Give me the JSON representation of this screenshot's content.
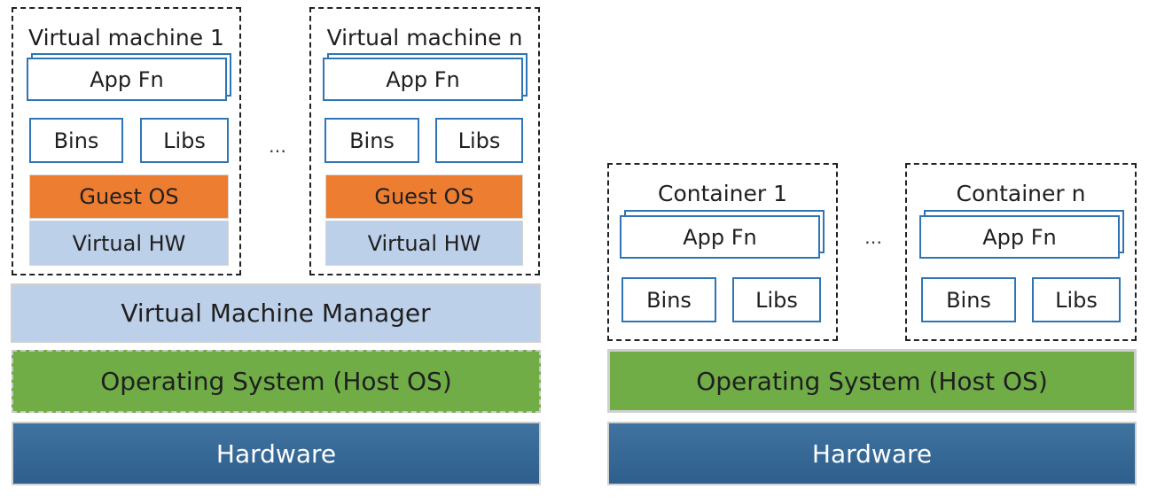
{
  "vm_stack": {
    "vm1": {
      "title": "Virtual machine 1",
      "app": "App Fn",
      "bins": "Bins",
      "libs": "Libs",
      "guest_os": "Guest OS",
      "virtual_hw": "Virtual HW"
    },
    "vmn": {
      "title": "Virtual machine n",
      "app": "App Fn",
      "bins": "Bins",
      "libs": "Libs",
      "guest_os": "Guest OS",
      "virtual_hw": "Virtual HW"
    },
    "ellipsis": "…",
    "manager": "Virtual Machine Manager",
    "host_os": "Operating System (Host OS)",
    "hardware": "Hardware"
  },
  "container_stack": {
    "c1": {
      "title": "Container 1",
      "app": "App Fn",
      "bins": "Bins",
      "libs": "Libs"
    },
    "cn": {
      "title": "Container n",
      "app": "App Fn",
      "bins": "Bins",
      "libs": "Libs"
    },
    "ellipsis": "…",
    "host_os": "Operating System (Host OS)",
    "hardware": "Hardware"
  },
  "colors": {
    "box_border": "#2e75b6",
    "guest_os": "#ed7d31",
    "virtual_hw": "#bdd0e9",
    "host_os": "#70ad47",
    "hardware": "#2f5f8c"
  }
}
